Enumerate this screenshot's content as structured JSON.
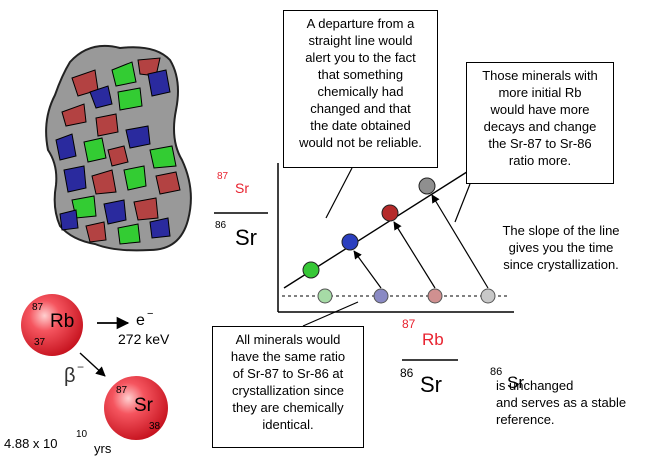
{
  "colors": {
    "rock_fill": "#999999",
    "mineral_red": "#b34242",
    "mineral_blue": "#2a2a9e",
    "mineral_green": "#33cc33",
    "sphere_red": "#ef2f3c",
    "accent_red": "#e8222f",
    "point_green": "#36c736",
    "point_blue": "#2b3fbf",
    "point_red": "#b52a2a",
    "point_gray": "#8f8f8f"
  },
  "icons": [
    "rock-sample-icon",
    "rb-atom-icon",
    "sr-atom-icon",
    "arrow-icon"
  ],
  "y_axis": {
    "numerator_mass": "87",
    "numerator_symbol": "Sr",
    "denominator_mass": "86",
    "denominator_symbol": "Sr"
  },
  "x_axis": {
    "numerator_mass": "87",
    "numerator_symbol": "Rb",
    "denominator_mass": "86",
    "denominator_symbol": "Sr"
  },
  "decay": {
    "parent_mass": "87",
    "parent_symbol": "Rb",
    "parent_number": "37",
    "emission": "e",
    "emission_charge": "−",
    "energy": "272 keV",
    "beta": "β",
    "beta_charge": "−",
    "daughter_mass": "87",
    "daughter_symbol": "Sr",
    "daughter_number": "38",
    "half_life_base": "4.88 x 10",
    "half_life_exp": "10",
    "half_life_unit": "yrs"
  },
  "annotations": {
    "departure": "A departure from a\nstraight line would\nalert you to the fact\nthat something\nchemically had\nchanged and that\nthe date obtained\nwould not be reliable.",
    "more_rb": "Those minerals with\nmore initial Rb\nwould have more\ndecays and change\nthe Sr-87 to Sr-86\nratio more.",
    "slope": "The slope of the line\ngives you the time\nsince crystallization.",
    "same_ratio": "All minerals would\nhave the same ratio\nof Sr-87 to Sr-86 at\ncrystallization since\nthey are chemically\nidentical.",
    "unchanged_sr_mass": "86",
    "unchanged_sr_symbol": "Sr",
    "unchanged_text": "is unchanged\nand serves as a stable\nreference."
  }
}
